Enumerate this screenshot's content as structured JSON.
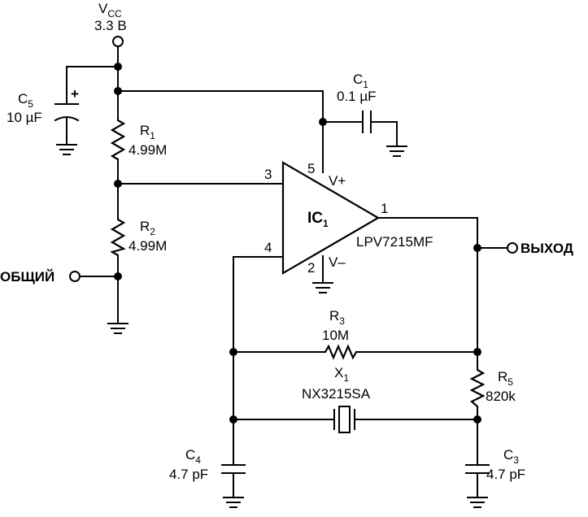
{
  "labels": {
    "vcc": "V",
    "vcc_sub": "CC",
    "vcc_value": "3.3 В",
    "c1_name": "C",
    "c1_sub": "1",
    "c1_value": "0.1 µF",
    "c5_name": "C",
    "c5_sub": "5",
    "c5_value": "10 µF",
    "c5_polarity": "+",
    "r1_name": "R",
    "r1_sub": "1",
    "r1_value": "4.99M",
    "r2_name": "R",
    "r2_sub": "2",
    "r2_value": "4.99M",
    "ic_name": "IC",
    "ic_sub": "1",
    "ic_part": "LPV7215MF",
    "pin1": "1",
    "pin2": "2",
    "pin3": "3",
    "pin4": "4",
    "pin5": "5",
    "vplus": "V+",
    "vminus": "V–",
    "common": "ОБЩИЙ",
    "output": "ВЫХОД",
    "r3_name": "R",
    "r3_sub": "3",
    "r3_value": "10M",
    "x1_name": "X",
    "x1_sub": "1",
    "x1_part": "NX3215SA",
    "r5_name": "R",
    "r5_sub": "5",
    "r5_value": "820k",
    "c4_name": "C",
    "c4_sub": "4",
    "c4_value": "4.7 pF",
    "c3_name": "C",
    "c3_sub": "3",
    "c3_value": "4.7 pF"
  }
}
